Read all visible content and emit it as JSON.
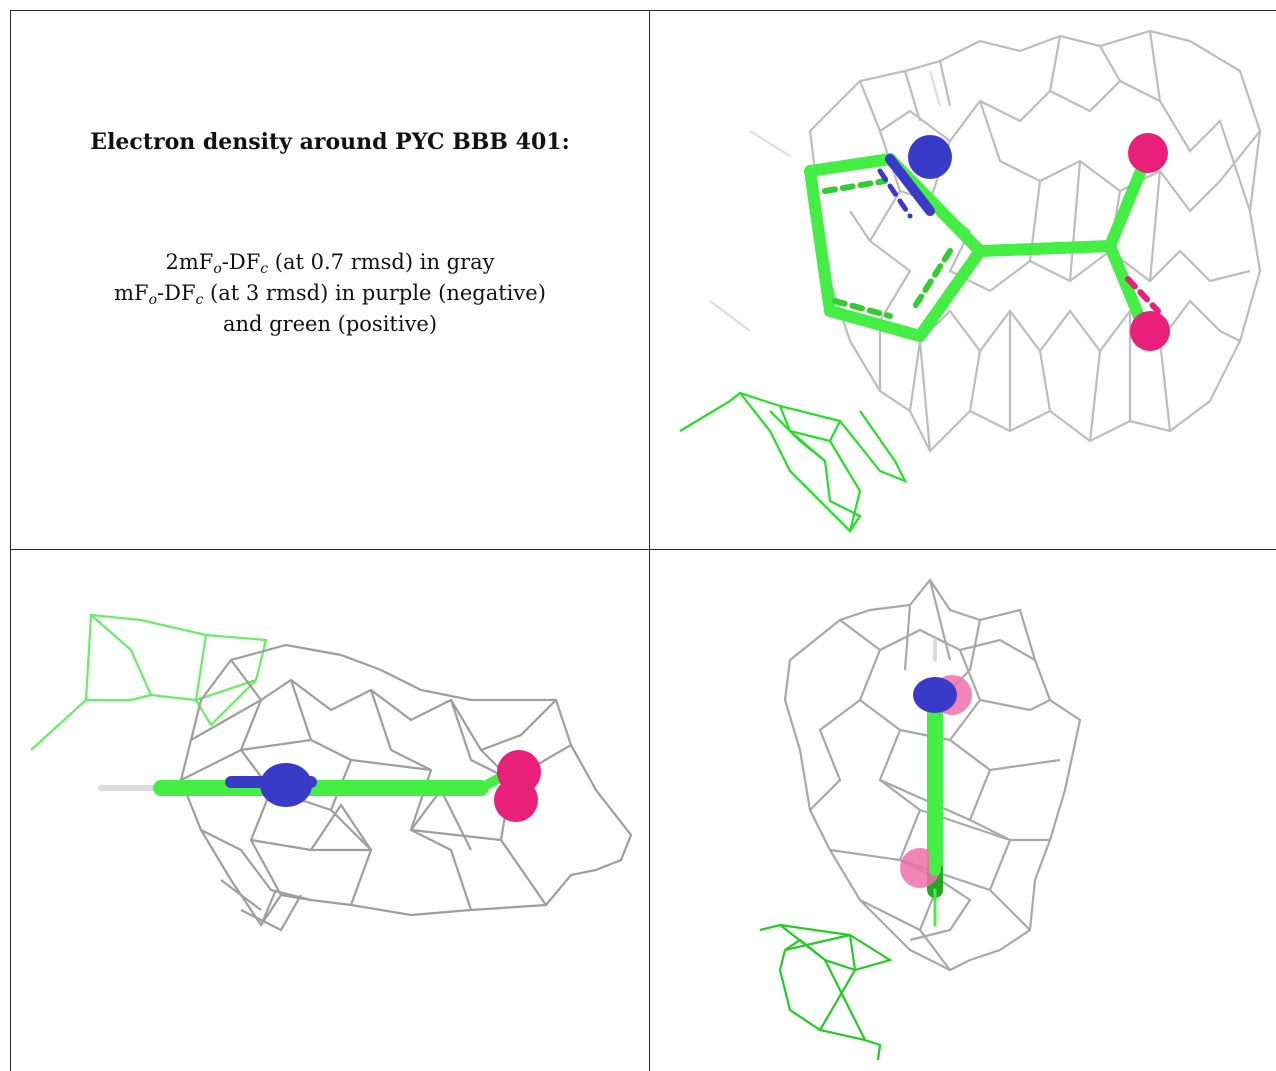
{
  "caption": {
    "title": "Electron density around PYC BBB 401:",
    "line1": {
      "prefix": "2mF",
      "sub1": "o",
      "mid": "-DF",
      "sub2": "c",
      "suffix": " (at 0.7 rmsd) in gray"
    },
    "line2": {
      "prefix": "mF",
      "sub1": "o",
      "mid": "-DF",
      "sub2": "c",
      "suffix": " (at 3 rmsd) in purple (negative)"
    },
    "line3": "and green (positive)"
  },
  "colors": {
    "map_2fofc": "#bdbdbd",
    "map_fofc_positive": "#22e022",
    "carbon": "#44ee44",
    "nitrogen": "#3a3ac8",
    "oxygen": "#e8207a"
  },
  "views": [
    "view-front",
    "view-side",
    "view-top"
  ]
}
